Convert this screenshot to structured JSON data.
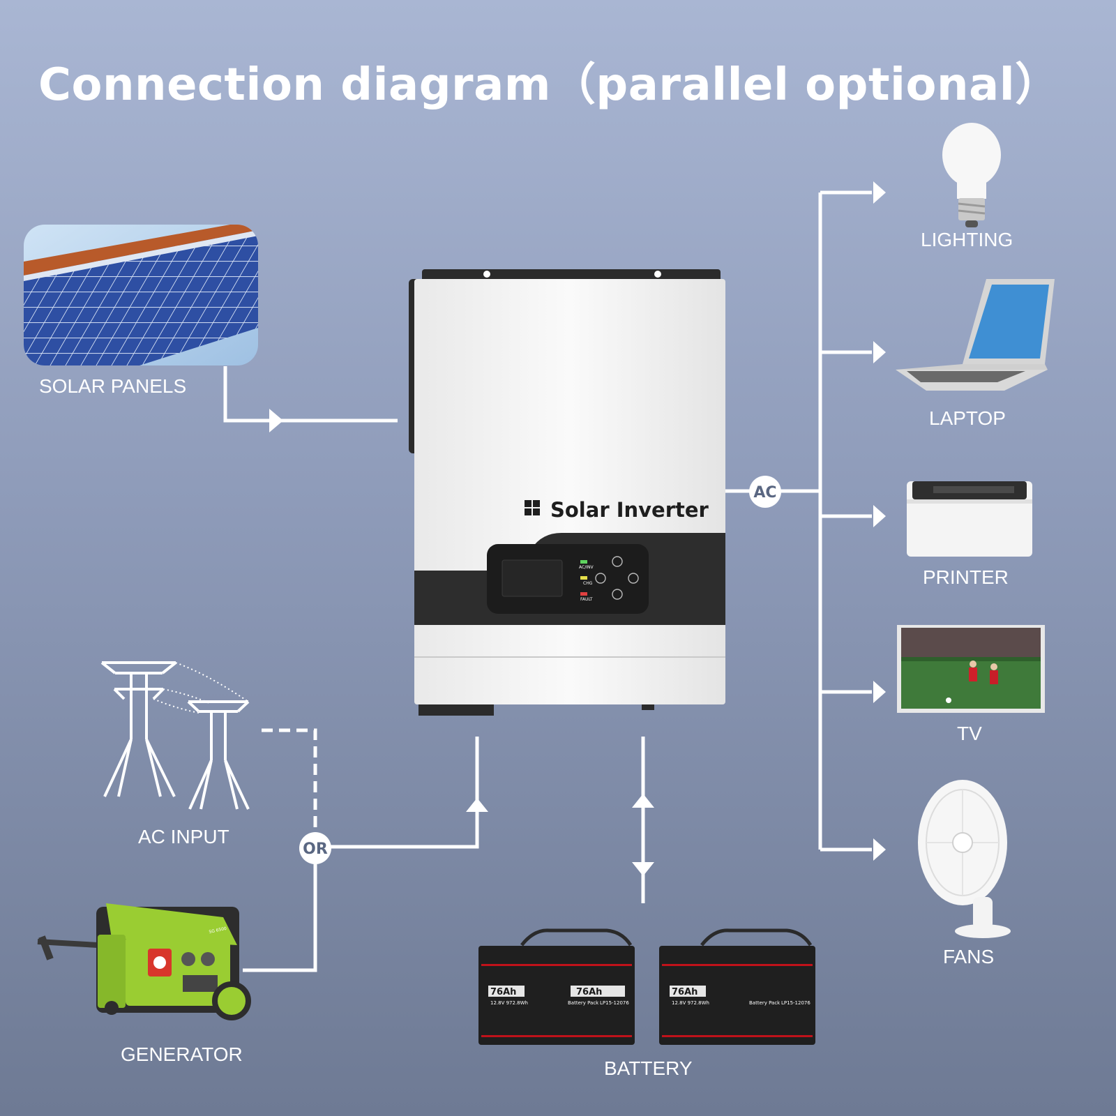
{
  "title": "Connection diagram（parallel optional）",
  "sources": {
    "solar": "SOLAR PANELS",
    "ac_input": "AC INPUT",
    "generator": "GENERATOR",
    "or_badge": "OR"
  },
  "inverter": {
    "brand": "Solar Inverter",
    "indicators": [
      "AC/INV",
      "CHG",
      "FAULT"
    ],
    "ac_badge": "AC"
  },
  "battery": {
    "label": "BATTERY",
    "capacity": "76Ah",
    "spec": "12.8V  972.8Wh",
    "pack_label": "Battery Pack",
    "model": "LP15-12076"
  },
  "generator_model": "SG 6500",
  "loads": [
    "LIGHTING",
    "LAPTOP",
    "PRINTER",
    "TV",
    "FANS"
  ],
  "colors": {
    "line": "#ffffff",
    "inverter_body": "#f2f2f2",
    "inverter_dark": "#2b2b2b",
    "generator": "#9acd32",
    "battery_stripe": "#c0121a"
  }
}
